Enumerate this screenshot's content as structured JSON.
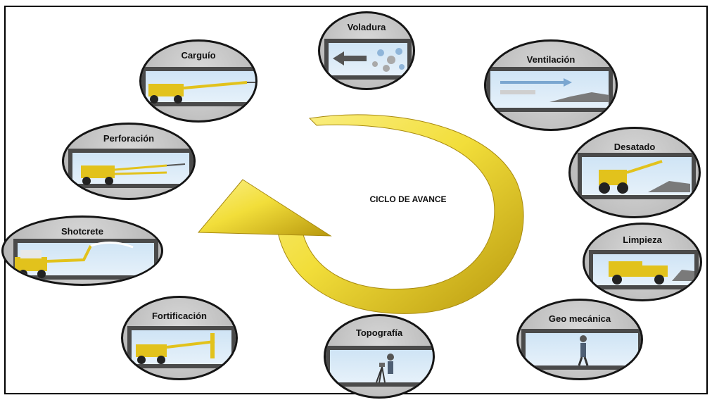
{
  "center": {
    "label": "CICLO DE AVANCE"
  },
  "stages": [
    {
      "id": "voladura",
      "label": "Voladura",
      "icon": "blast-icon"
    },
    {
      "id": "ventilacion",
      "label": "Ventilación",
      "icon": "ventilation-icon"
    },
    {
      "id": "desatado",
      "label": "Desatado",
      "icon": "scaling-machine-icon"
    },
    {
      "id": "limpieza",
      "label": "Limpieza",
      "icon": "loader-icon"
    },
    {
      "id": "geomecanica",
      "label": "Geo mecánica",
      "icon": "geologist-icon"
    },
    {
      "id": "topografia",
      "label": "Topografía",
      "icon": "surveyor-icon"
    },
    {
      "id": "fortificacion",
      "label": "Fortificación",
      "icon": "bolter-icon"
    },
    {
      "id": "shotcrete",
      "label": "Shotcrete",
      "icon": "shotcrete-machine-icon"
    },
    {
      "id": "perforacion",
      "label": "Perforación",
      "icon": "drill-jumbo-icon"
    },
    {
      "id": "carguio",
      "label": "Carguío",
      "icon": "charging-machine-icon"
    }
  ],
  "colors": {
    "arrow_light": "#f7e86a",
    "arrow_dark": "#b89a12",
    "node_fill": "#c8c8c8",
    "machine": "#e2c21c"
  }
}
